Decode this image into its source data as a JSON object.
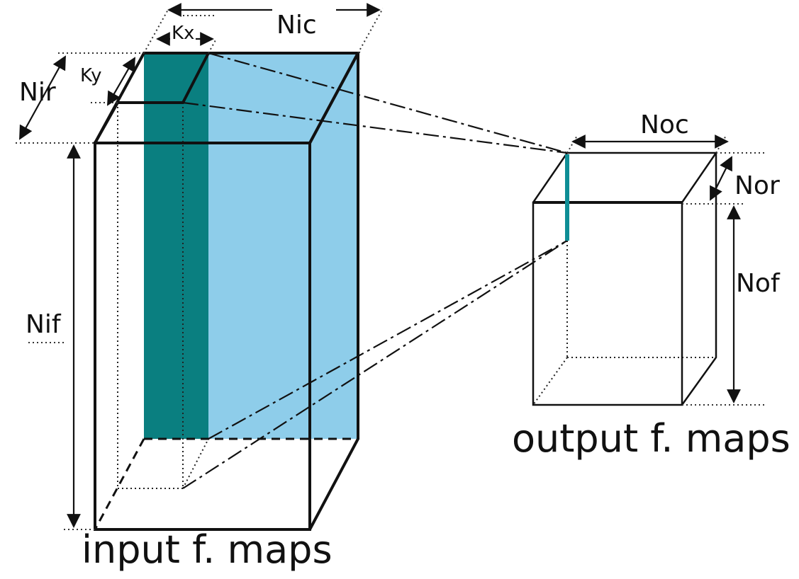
{
  "colors": {
    "input_volume_fill": "#8ecdea",
    "kernel_slice_fill": "#0a7f80",
    "output_pixel_fill": "#0f8e96",
    "line": "#111111"
  },
  "input": {
    "caption": "input f. maps",
    "labels": {
      "kx": "Kx",
      "ky": "Ky",
      "nic": "Nic",
      "nir": "Nir",
      "nif": "Nif"
    }
  },
  "output": {
    "caption": "output f. maps",
    "labels": {
      "noc": "Noc",
      "nor": "Nor",
      "nof": "Nof"
    }
  }
}
